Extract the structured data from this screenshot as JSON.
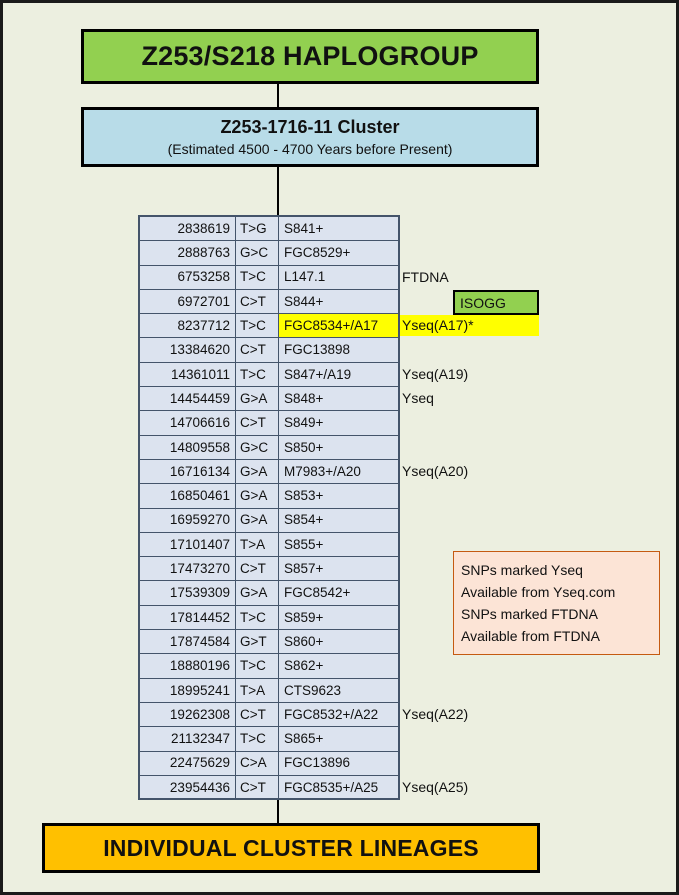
{
  "header": {
    "title": "Z253/S218 HAPLOGROUP"
  },
  "cluster": {
    "title": "Z253-1716-11 Cluster",
    "subtitle": "(Estimated 4500 - 4700 Years before Present)"
  },
  "isogg_badge": {
    "label": "ISOGG"
  },
  "legend": {
    "lines": [
      "SNPs marked Yseq",
      "Available from Yseq.com",
      "SNPs marked FTDNA",
      "Available from FTDNA"
    ]
  },
  "footer": {
    "title": "INDIVIDUAL CLUSTER LINEAGES"
  },
  "colors": {
    "page_background": "#ecefe0",
    "haplogroup_green": "#92d050",
    "cluster_blue": "#b8dce8",
    "table_row_blue": "#dce3ef",
    "highlight_yellow": "#ffff00",
    "legend_peach": "#fce4d6",
    "legend_border": "#c55a11",
    "lineage_orange": "#ffc000",
    "table_border": "#44546a"
  },
  "snp_table": {
    "columns": [
      "position",
      "mutation",
      "snp_name",
      "source"
    ],
    "rows": [
      {
        "position": "2838619",
        "mutation": "T>G",
        "snp_name": "S841+",
        "source": "",
        "highlight": false
      },
      {
        "position": "2888763",
        "mutation": "G>C",
        "snp_name": "FGC8529+",
        "source": "",
        "highlight": false
      },
      {
        "position": "6753258",
        "mutation": "T>C",
        "snp_name": "L147.1",
        "source": "FTDNA",
        "highlight": false
      },
      {
        "position": "6972701",
        "mutation": "C>T",
        "snp_name": "S844+",
        "source": "",
        "highlight": false
      },
      {
        "position": "8237712",
        "mutation": "T>C",
        "snp_name": "FGC8534+/A17",
        "source": "Yseq(A17)*",
        "highlight": true
      },
      {
        "position": "13384620",
        "mutation": "C>T",
        "snp_name": "FGC13898",
        "source": "",
        "highlight": false
      },
      {
        "position": "14361011",
        "mutation": "T>C",
        "snp_name": "S847+/A19",
        "source": "Yseq(A19)",
        "highlight": false
      },
      {
        "position": "14454459",
        "mutation": "G>A",
        "snp_name": "S848+",
        "source": "Yseq",
        "highlight": false
      },
      {
        "position": "14706616",
        "mutation": "C>T",
        "snp_name": "S849+",
        "source": "",
        "highlight": false
      },
      {
        "position": "14809558",
        "mutation": "G>C",
        "snp_name": "S850+",
        "source": "",
        "highlight": false
      },
      {
        "position": "16716134",
        "mutation": "G>A",
        "snp_name": "M7983+/A20",
        "source": "Yseq(A20)",
        "highlight": false
      },
      {
        "position": "16850461",
        "mutation": "G>A",
        "snp_name": "S853+",
        "source": "",
        "highlight": false
      },
      {
        "position": "16959270",
        "mutation": "G>A",
        "snp_name": "S854+",
        "source": "",
        "highlight": false
      },
      {
        "position": "17101407",
        "mutation": "T>A",
        "snp_name": "S855+",
        "source": "",
        "highlight": false
      },
      {
        "position": "17473270",
        "mutation": "C>T",
        "snp_name": "S857+",
        "source": "",
        "highlight": false
      },
      {
        "position": "17539309",
        "mutation": "G>A",
        "snp_name": "FGC8542+",
        "source": "",
        "highlight": false
      },
      {
        "position": "17814452",
        "mutation": "T>C",
        "snp_name": "S859+",
        "source": "",
        "highlight": false
      },
      {
        "position": "17874584",
        "mutation": "G>T",
        "snp_name": "S860+",
        "source": "",
        "highlight": false
      },
      {
        "position": "18880196",
        "mutation": "T>C",
        "snp_name": "S862+",
        "source": "",
        "highlight": false
      },
      {
        "position": "18995241",
        "mutation": "T>A",
        "snp_name": "CTS9623",
        "source": "",
        "highlight": false
      },
      {
        "position": "19262308",
        "mutation": "C>T",
        "snp_name": "FGC8532+/A22",
        "source": "Yseq(A22)",
        "highlight": false
      },
      {
        "position": "21132347",
        "mutation": "T>C",
        "snp_name": "S865+",
        "source": "",
        "highlight": false
      },
      {
        "position": "22475629",
        "mutation": "C>A",
        "snp_name": "FGC13896",
        "source": "",
        "highlight": false
      },
      {
        "position": "23954436",
        "mutation": "C>T",
        "snp_name": "FGC8535+/A25",
        "source": "Yseq(A25)",
        "highlight": false
      }
    ]
  }
}
